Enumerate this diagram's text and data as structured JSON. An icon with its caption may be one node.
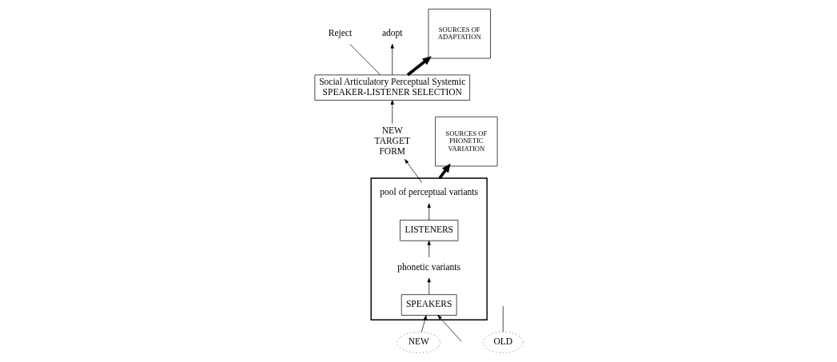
{
  "diagram": {
    "nodes": [
      {
        "text": [
          "Social Articulatory Perceptual Systemic SPEAKER-LISTENER SELECTION"
        ]
      },
      {
        "text": [
          "Reject"
        ]
      },
      {
        "text": [
          "adopt"
        ]
      },
      {
        "text": [
          "OLD"
        ]
      },
      {
        "text": [
          "NEW"
        ]
      },
      {
        "text": [
          "NEW TARGET FORM"
        ]
      },
      {
        "text": [],
        "shape": "box"
      },
      {
        "text": [
          "pool of perceptual variants"
        ],
        "in": 6
      },
      {
        "text": [
          "LISTENERS"
        ],
        "in": 6
      },
      {
        "text": [
          "phonetic variants"
        ],
        "in": 6
      },
      {
        "text": [
          "SPEAKERS"
        ],
        "in": 6
      },
      {
        "text": [
          "SOURCES OF ADAPTATION"
        ]
      },
      {
        "text": [
          "SOURCES OF PHONETIC VARIATION"
        ]
      }
    ],
    "edges": [
      {
        "from": 0,
        "to": 1,
        "arrow": "none"
      },
      {
        "from": 0,
        "to": 2,
        "arrow": "to"
      },
      {
        "from": 5,
        "to": 0,
        "arrow": "to"
      },
      {
        "from": 7,
        "to": 5,
        "arrow": "to"
      },
      {
        "from": 8,
        "to": 7,
        "arrow": "to"
      },
      {
        "from": 9,
        "to": 8,
        "arrow": "to"
      },
      {
        "from": 10,
        "to": 9,
        "arrow": "to"
      },
      {
        "from": null,
        "to": 10,
        "arrow": "to"
      },
      {
        "from": 4,
        "to": 10,
        "arrow": "to"
      },
      {
        "from": 3,
        "to": null,
        "arrow": "none"
      },
      {
        "from": 0,
        "to": 11,
        "arrow": "to",
        "style": "thick"
      },
      {
        "from": 6,
        "to": 12,
        "arrow": "to",
        "style": "thick"
      }
    ]
  }
}
